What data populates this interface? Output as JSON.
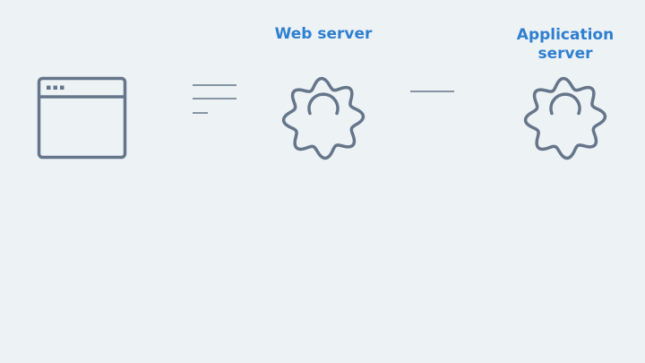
{
  "diagram": {
    "nodes": [
      {
        "id": "browser",
        "label": "",
        "icon": "browser-window-icon"
      },
      {
        "id": "web",
        "label": "Web server",
        "icon": "gear-icon"
      },
      {
        "id": "app",
        "label": "Application\nserver",
        "icon": "gear-icon"
      }
    ],
    "connections": [
      {
        "from": "browser",
        "to": "web",
        "style": "request-lines"
      },
      {
        "from": "web",
        "to": "app",
        "style": "single-line"
      }
    ]
  },
  "colors": {
    "background": "#edf2f5",
    "stroke": "#65758a",
    "label": "#2f7fd0"
  }
}
